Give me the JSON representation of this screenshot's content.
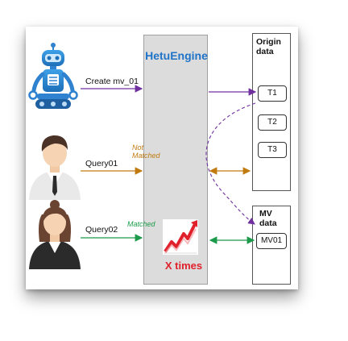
{
  "engine": {
    "title": "HetuEngine",
    "speedup_label": "X times"
  },
  "origin": {
    "title_line1": "Origin",
    "title_line2": "data",
    "tables": [
      "T1",
      "T2",
      "T3"
    ]
  },
  "mv": {
    "title_line1": "MV",
    "title_line2": "data",
    "tables": [
      "MV01"
    ]
  },
  "actors": [
    {
      "name": "robot",
      "label": "Create mv_01"
    },
    {
      "name": "user-male",
      "label": "Query01",
      "status_line1": "Not",
      "status_line2": "Matched"
    },
    {
      "name": "user-female",
      "label": "Query02",
      "status_line1": "Matched"
    }
  ],
  "colors": {
    "create_arrow": "#7030a0",
    "not_matched": "#c07a10",
    "matched": "#1a9a4a",
    "engine_title": "#1f73c9",
    "speedup": "#e0202a"
  }
}
